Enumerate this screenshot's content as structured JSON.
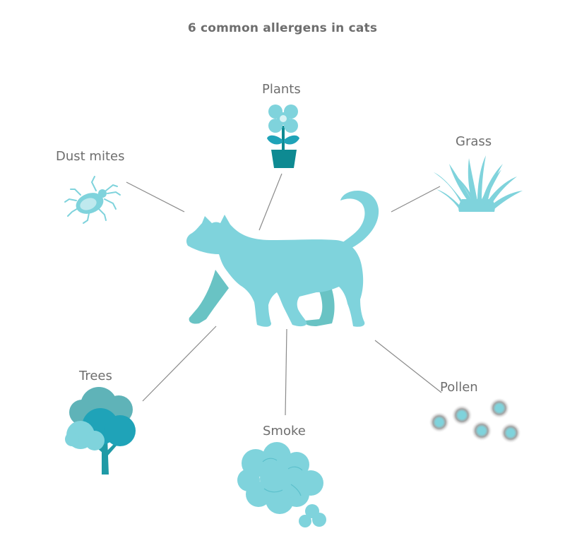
{
  "title": "6 common allergens in cats",
  "center": {
    "icon": "cat-icon"
  },
  "allergens": [
    {
      "label": "Plants",
      "icon": "flower-pot-icon"
    },
    {
      "label": "Grass",
      "icon": "grass-icon"
    },
    {
      "label": "Dust mites",
      "icon": "dust-mite-icon"
    },
    {
      "label": "Trees",
      "icon": "tree-icon"
    },
    {
      "label": "Smoke",
      "icon": "smoke-cloud-icon"
    },
    {
      "label": "Pollen",
      "icon": "pollen-icon"
    }
  ],
  "colors": {
    "primary": "#7fd3dc",
    "dark_teal": "#0e8a92",
    "shadow_teal": "#69c3c4",
    "tree_teal": "#1fa3b8",
    "tree_grey": "#5fb3b8",
    "connector": "#8a8a8a",
    "text": "#6e6e6e",
    "pollen_grey": "#9a9a9a"
  }
}
